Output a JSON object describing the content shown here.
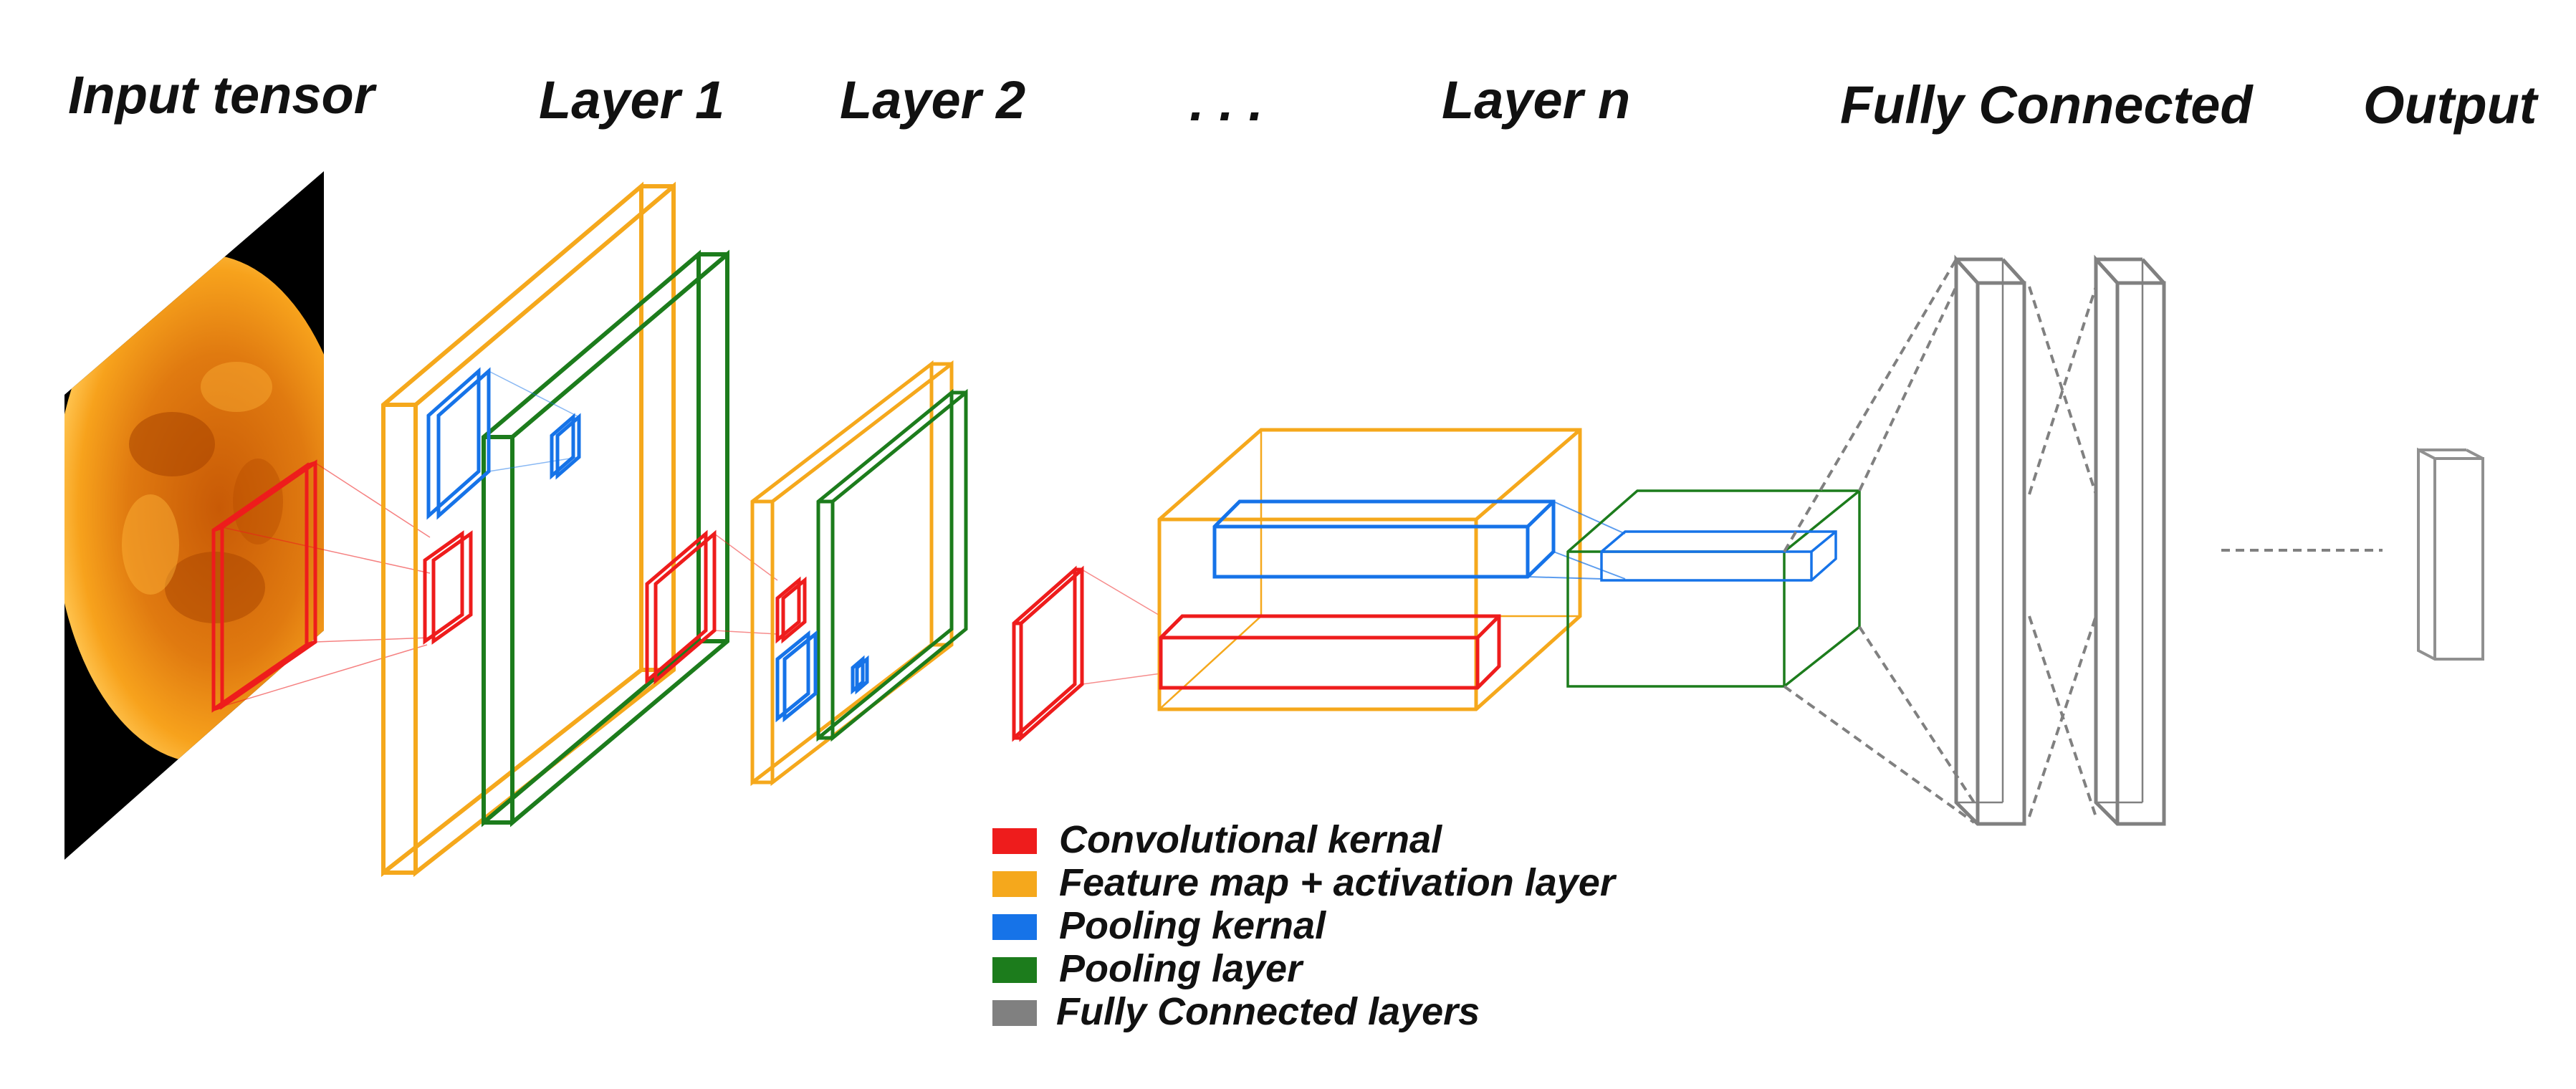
{
  "headers": {
    "input": "Input tensor",
    "layer1": "Layer 1",
    "layer2": "Layer 2",
    "ellipsis": ". . .",
    "layern": "Layer n",
    "fc": "Fully Connected",
    "output": "Output"
  },
  "legend": [
    {
      "label": "Convolutional kernal",
      "color": "#ee1c1c"
    },
    {
      "label": "Feature map + activation layer",
      "color": "#f5a81c"
    },
    {
      "label": "Pooling kernal",
      "color": "#1673e8"
    },
    {
      "label": "Pooling layer",
      "color": "#1c7c1c"
    },
    {
      "label": "Fully Connected layers",
      "color": "#808080"
    }
  ],
  "colors": {
    "conv": "#ee1c1c",
    "feature": "#f5a81c",
    "pool_kernel": "#1673e8",
    "pool_layer": "#1c7c1c",
    "fc": "#808080",
    "sun_core": "#f7a21c",
    "sun_edge": "#b84400",
    "panel": "#000000"
  },
  "input_image": "sun-image"
}
